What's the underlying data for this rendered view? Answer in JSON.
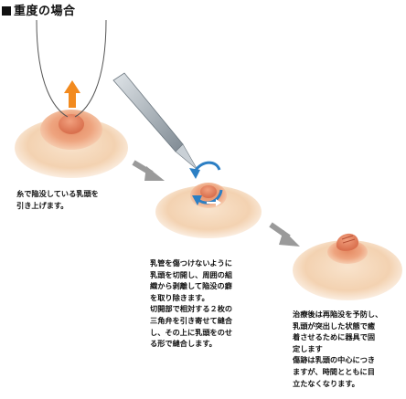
{
  "title": "■重度の場合",
  "steps": [
    {
      "caption_lines": [
        "糸で陥没している乳頭を",
        "引き上げます。"
      ]
    },
    {
      "caption_lines": [
        "乳管を傷つけないように",
        "乳頭を切開し、周囲の組",
        "織から剥離して陥没の癖",
        "を取り除きます。",
        "切開部で相対する２枚の",
        "三角弁を引き寄せて縫合",
        "し、その上に乳頭をのせ",
        "る形で縫合します。"
      ]
    },
    {
      "caption_lines": [
        "治療後は再陥没を予防し、",
        "乳頭が突出した状態で癒",
        "着させるために器具で固",
        "定します",
        "傷跡は乳頭の中心につき",
        "ますが、時間とともに目",
        "立たなくなります。"
      ]
    }
  ],
  "colors": {
    "skin": "#f6d9bc",
    "areola": "#e8a27a",
    "arrow_orange": "#f28a1e",
    "arrow_gray": "#9a9a9a",
    "arrow_blue": "#2c7fc4",
    "scalpel": "#9aa4ad"
  },
  "icons": [
    "pull-up-arrow-icon",
    "scalpel-icon",
    "step-arrow-icon",
    "rotation-arrow-icon"
  ]
}
